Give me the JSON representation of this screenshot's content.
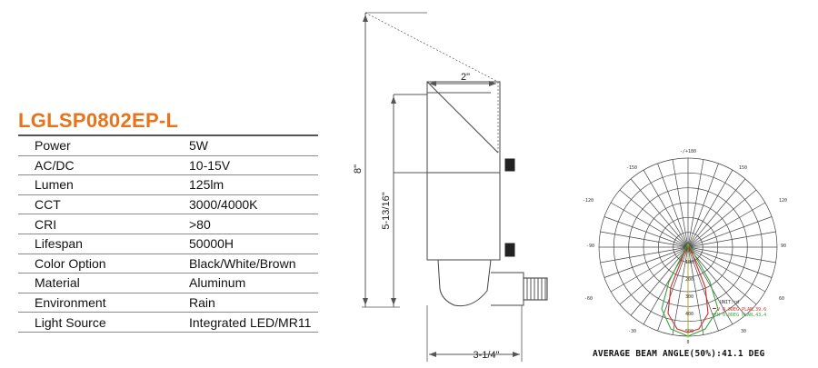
{
  "product": {
    "model": "LGLSP0802EP-L"
  },
  "specs": [
    {
      "label": "Power",
      "value": "5W"
    },
    {
      "label": "AC/DC",
      "value": "10-15V"
    },
    {
      "label": "Lumen",
      "value": "125lm"
    },
    {
      "label": "CCT",
      "value": "3000/4000K"
    },
    {
      "label": "CRI",
      "value": ">80"
    },
    {
      "label": "Lifespan",
      "value": "50000H"
    },
    {
      "label": "Color Option",
      "value": "Black/White/Brown"
    },
    {
      "label": "Material",
      "value": "Aluminum"
    },
    {
      "label": "Environment",
      "value": "Rain"
    },
    {
      "label": "Light Source",
      "value": "Integrated LED/MR11"
    }
  ],
  "drawing": {
    "dim_total_height": "8\"",
    "dim_body_height": "5-13/16\"",
    "dim_head_width": "2\"",
    "dim_base_width": "3-1/4\""
  },
  "photometric": {
    "angle_labels": [
      "-/+180",
      "-150",
      "150",
      "-120",
      "120",
      "-90",
      "90",
      "-60",
      "60",
      "-30",
      "30",
      "0"
    ],
    "radial_labels": [
      "100",
      "200",
      "300",
      "400",
      "500"
    ],
    "unit_label": "UNIT:cd",
    "legend": [
      {
        "text": "V 0.0DEG PLAN,39.6",
        "color": "#d42a2a"
      },
      {
        "text": "H 0.0DEG PLAN,43.4",
        "color": "#3aa63a"
      }
    ],
    "beam_caption": "AVERAGE BEAM ANGLE(50%):41.1 DEG"
  }
}
